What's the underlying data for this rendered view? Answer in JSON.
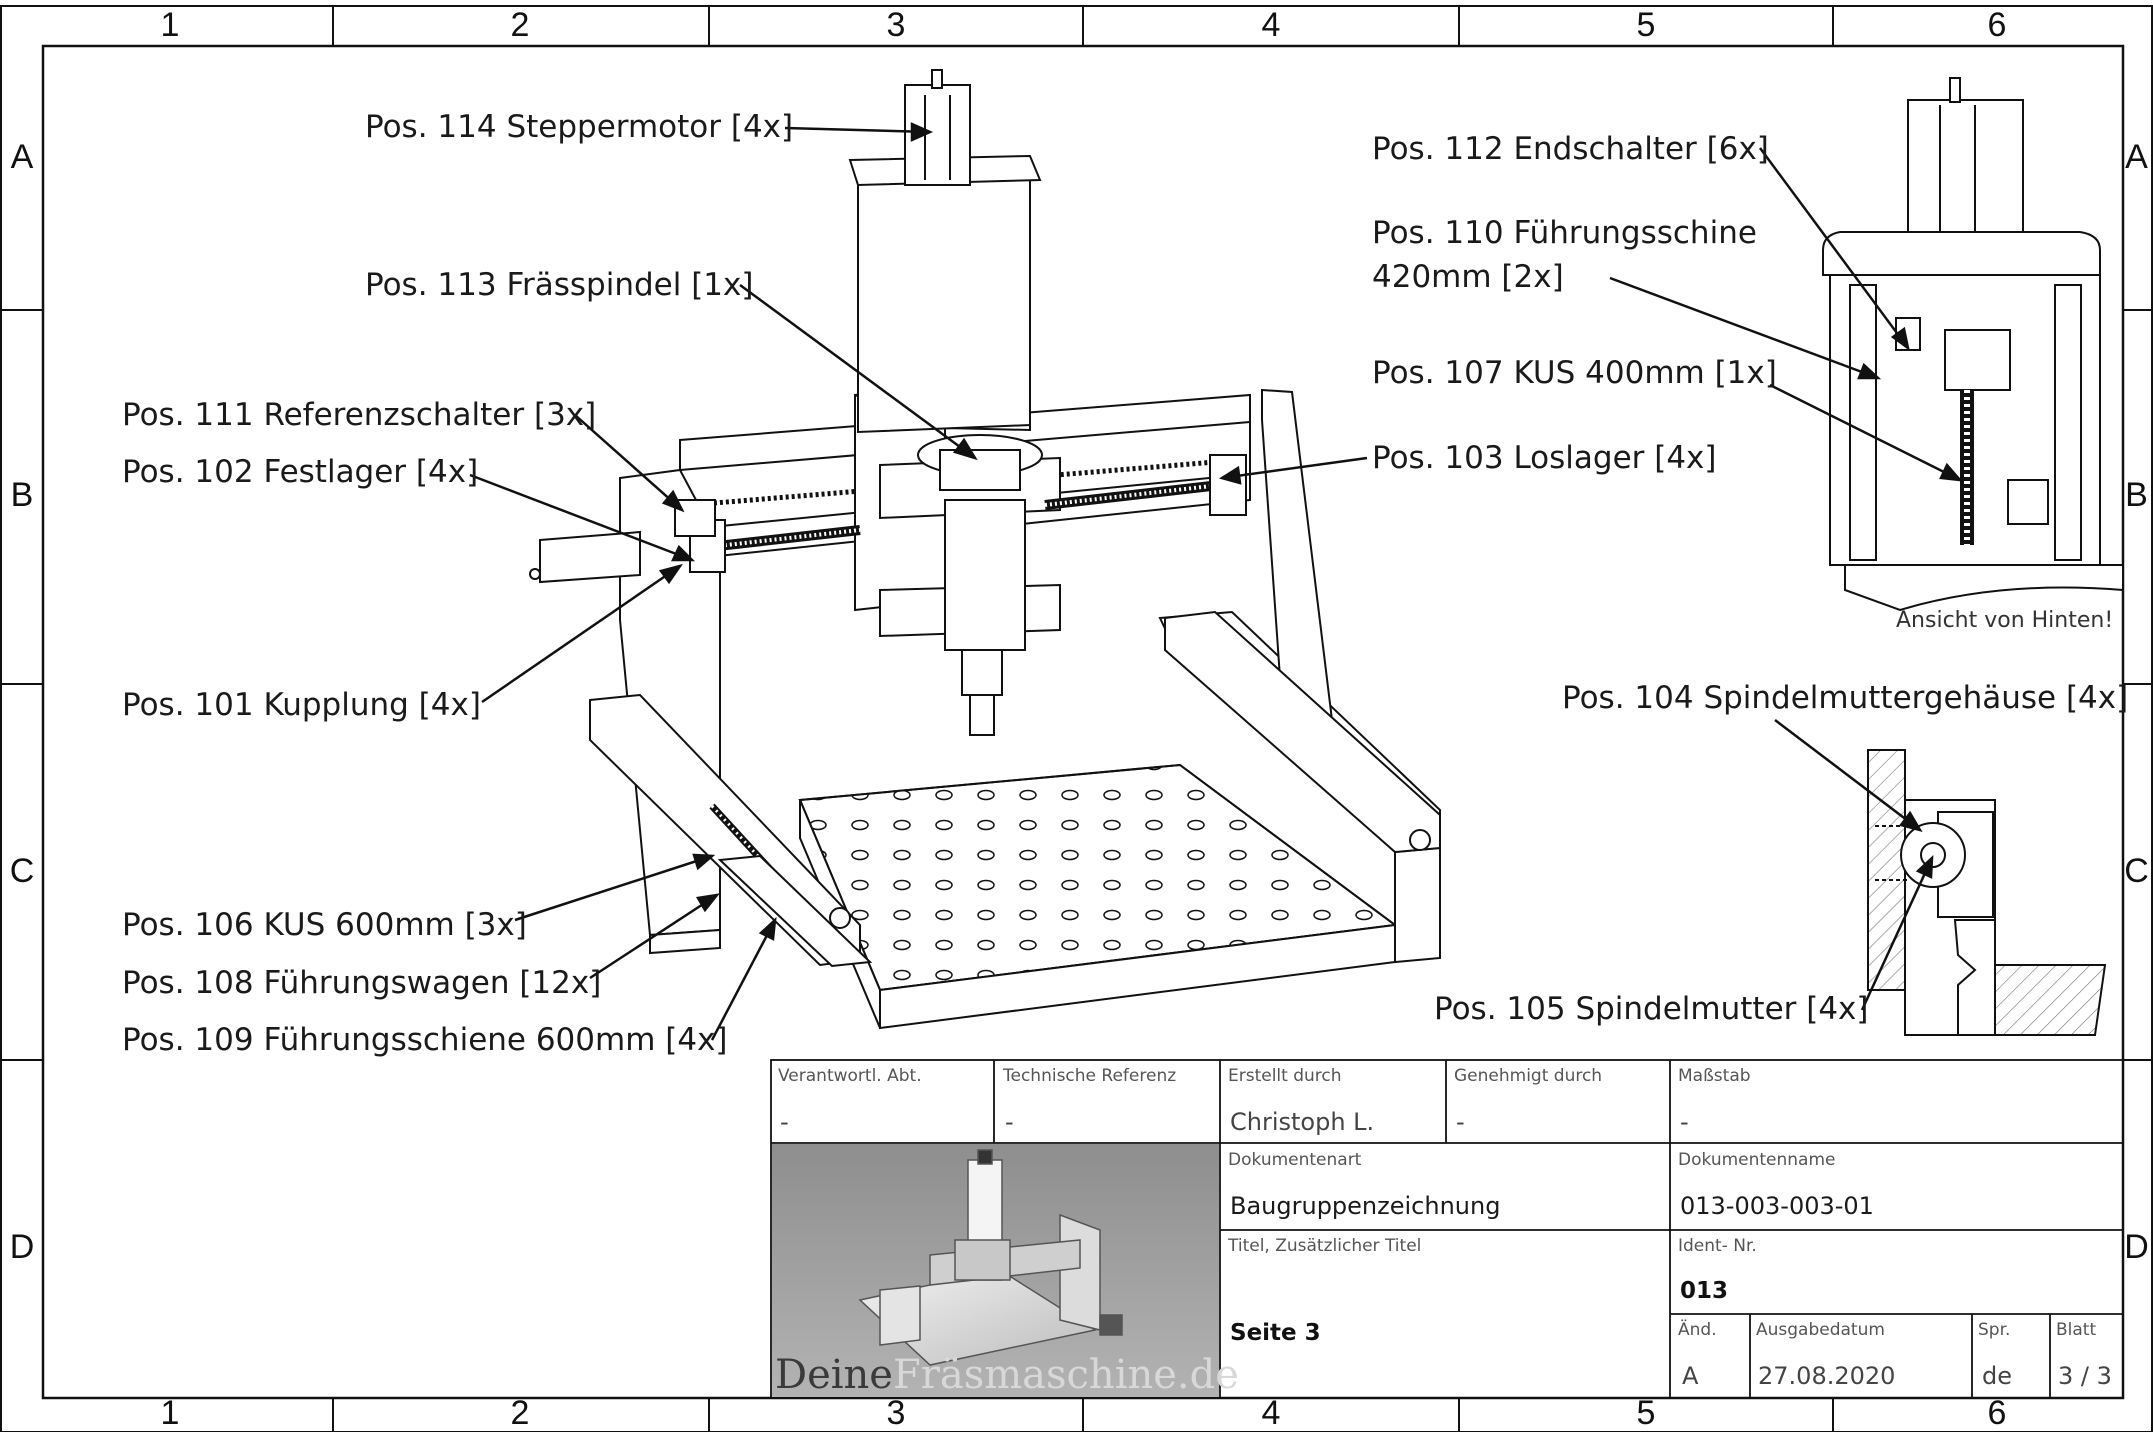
{
  "zones": {
    "columns": [
      "1",
      "2",
      "3",
      "4",
      "5",
      "6"
    ],
    "rows": [
      "A",
      "B",
      "C",
      "D"
    ]
  },
  "callouts": [
    {
      "id": "pos114",
      "text": "Pos. 114 Steppermotor [4x]"
    },
    {
      "id": "pos113",
      "text": "Pos. 113 Frässpindel [1x]"
    },
    {
      "id": "pos111",
      "text": "Pos. 111 Referenzschalter [3x]"
    },
    {
      "id": "pos102",
      "text": "Pos. 102 Festlager [4x]"
    },
    {
      "id": "pos101",
      "text": "Pos. 101 Kupplung [4x]"
    },
    {
      "id": "pos106",
      "text": "Pos. 106 KUS 600mm [3x]"
    },
    {
      "id": "pos108",
      "text": "Pos. 108 Führungswagen [12x]"
    },
    {
      "id": "pos109",
      "text": "Pos. 109 Führungsschiene 600mm [4x]"
    },
    {
      "id": "pos112",
      "text": "Pos. 112 Endschalter [6x]"
    },
    {
      "id": "pos110a",
      "text": "Pos. 110 Führungsschine"
    },
    {
      "id": "pos110b",
      "text": "420mm [2x]"
    },
    {
      "id": "pos107",
      "text": "Pos. 107 KUS 400mm [1x]"
    },
    {
      "id": "pos103",
      "text": "Pos. 103 Loslager [4x]"
    },
    {
      "id": "pos104",
      "text": "Pos. 104 Spindelmuttergehäuse [4x]"
    },
    {
      "id": "pos105",
      "text": "Pos. 105 Spindelmutter [4x]"
    }
  ],
  "rear_view_note": "Ansicht von Hinten!",
  "title_block": {
    "responsible_dept": {
      "label": "Verantwortl. Abt.",
      "value": "-"
    },
    "technical_reference": {
      "label": "Technische Referenz",
      "value": "-"
    },
    "created_by": {
      "label": "Erstellt durch",
      "value": "Christoph L."
    },
    "approved_by": {
      "label": "Genehmigt durch",
      "value": "-"
    },
    "scale": {
      "label": "Maßstab",
      "value": "-"
    },
    "document_type": {
      "label": "Dokumentenart",
      "value": "Baugruppenzeichnung"
    },
    "document_name": {
      "label": "Dokumentenname",
      "value": "013-003-003-01"
    },
    "title": {
      "label": "Titel, Zusätzlicher Titel",
      "value": "Seite 3"
    },
    "ident_no": {
      "label": "Ident- Nr.",
      "value": "013"
    },
    "revision": {
      "label": "Änd.",
      "value": "A"
    },
    "issue_date": {
      "label": "Ausgabedatum",
      "value": "27.08.2020"
    },
    "language": {
      "label": "Spr.",
      "value": "de"
    },
    "sheet": {
      "label": "Blatt",
      "value": "3 / 3"
    }
  },
  "watermark": {
    "part1": "Deine",
    "part2": "Fräsmaschine.de"
  },
  "colors": {
    "line": "#111111",
    "render_bg": "#9a9a9a",
    "hatch": "#777777"
  }
}
